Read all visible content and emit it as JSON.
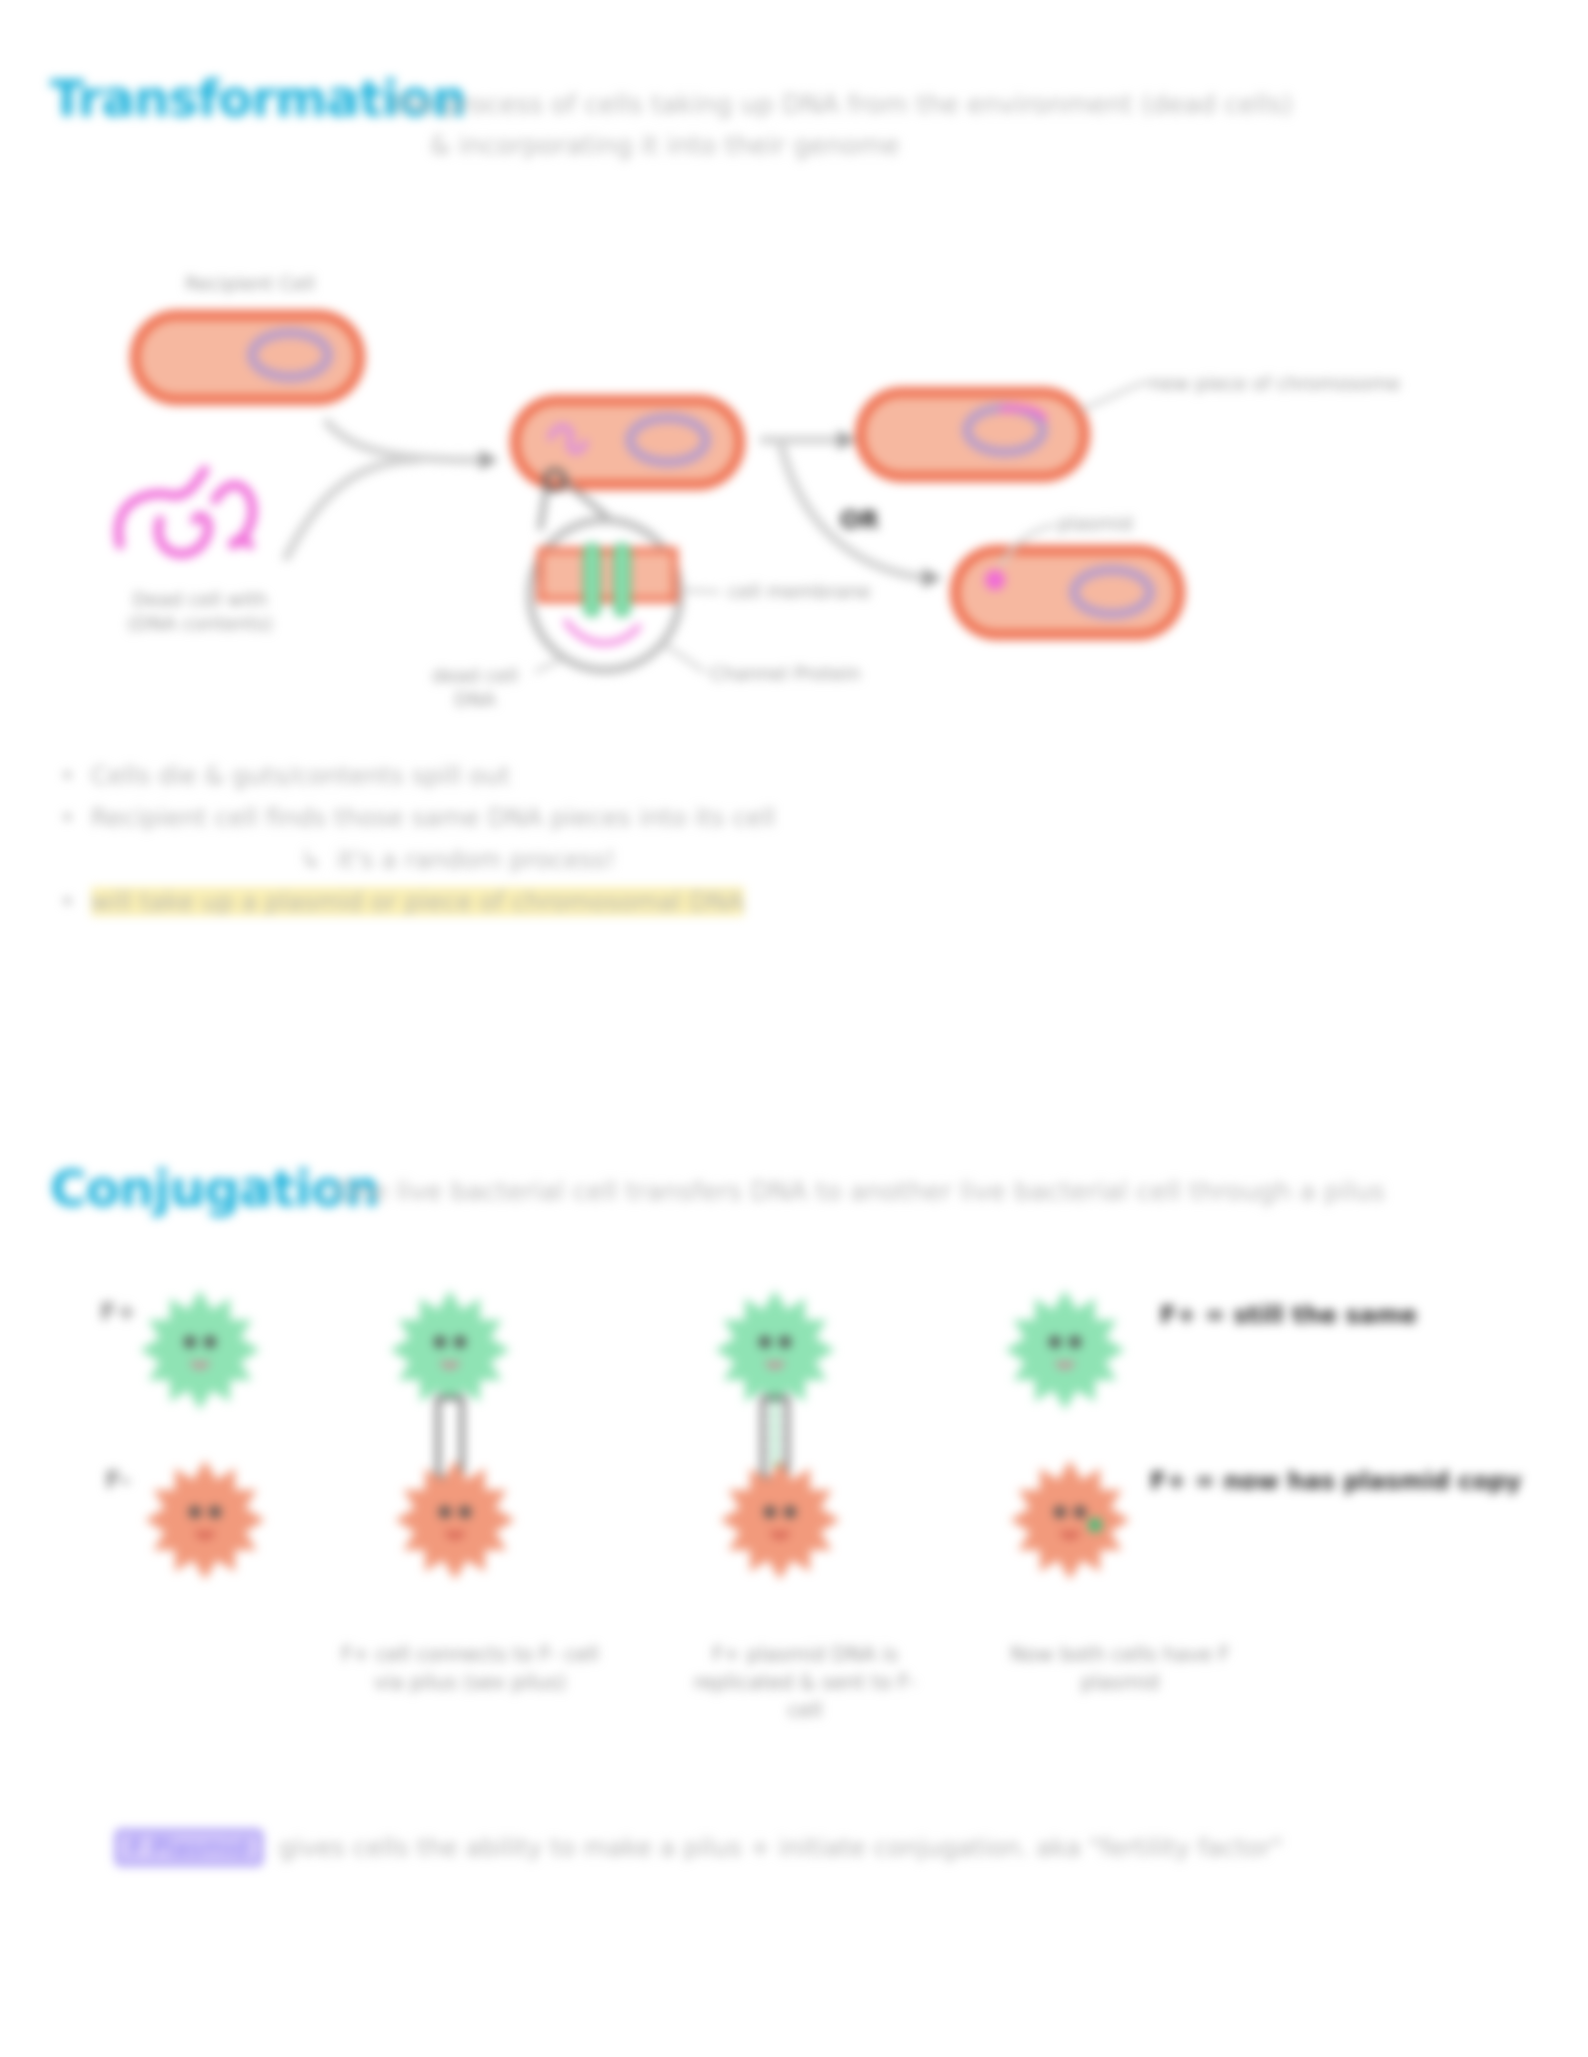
{
  "transformation": {
    "title": "Transformation",
    "definition_line1": ": the process of cells taking up DNA from the environment (dead cells)",
    "definition_line2": "& incorporating it into their genome",
    "labels": {
      "recipient_cell": "Recipient Cell",
      "dead_cell_dna": "Dead cell with (DNA contents)",
      "new_piece": "new piece of chromosome",
      "or": "OR",
      "plasmid": "plasmid",
      "cell_membrane": "cell membrane",
      "dead_cell_dna_small": "dead cell DNA",
      "channel_proteins": "Channel Protein"
    },
    "notes": [
      "Cells die & guts/contents spill out",
      "Recipient cell finds those same DNA pieces into its cell",
      "it's a random process!",
      "will take up a plasmid or piece of chromosomal DNA"
    ]
  },
  "conjugation": {
    "title": "Conjugation",
    "definition": ": One live bacterial cell transfers DNA to another live bacterial cell through a pilus",
    "row_labels": {
      "f_plus": "F+",
      "f_minus": "F-"
    },
    "right_labels": {
      "f_plus_after": "F+ = still the same",
      "f_minus_after": "F+ = now has plasmid copy"
    },
    "captions": [
      "F+ cell connects to F- cell via pilus (sex pilus)",
      "F+ plasmid DNA is replicated & sent to F- cell",
      "Now both cells have F plasmid"
    ],
    "f_plasmid_label": "F Plasmid",
    "f_plasmid_text": "gives cells the ability to make a pilus + initiate conjugation. aka \"fertility factor\""
  },
  "colors": {
    "title": "#1fb3dc",
    "cell_fill": "#f6b8a0",
    "cell_border": "#ef6e4e",
    "chromosome": "#b39cd0",
    "dna_pink": "#f06ad8",
    "plus_cell": "#8fe3b4",
    "minus_cell": "#f29a7c",
    "arrow": "#cfcfcf"
  }
}
